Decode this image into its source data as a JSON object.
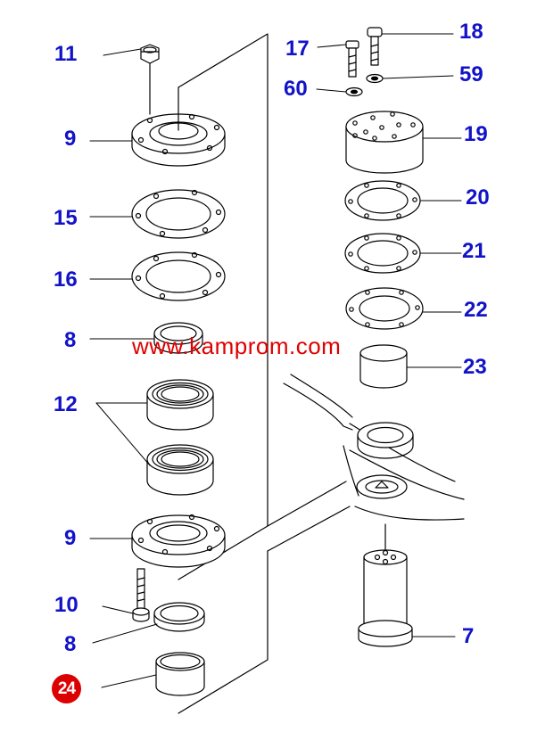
{
  "colors": {
    "label": "#1212c8",
    "line": "#000000",
    "watermark": "#e00000",
    "badge_bg": "#dd0000",
    "badge_text": "#ffffff"
  },
  "watermark": "www.kamprom.com",
  "badge": "24",
  "labels": {
    "p11": "11",
    "p9_top": "9",
    "p15": "15",
    "p16": "16",
    "p8_top": "8",
    "p12": "12",
    "p9_bottom": "9",
    "p10": "10",
    "p8_bottom": "8",
    "p17": "17",
    "p18": "18",
    "p60": "60",
    "p59": "59",
    "p19": "19",
    "p20": "20",
    "p21": "21",
    "p22": "22",
    "p23": "23",
    "p7": "7"
  }
}
